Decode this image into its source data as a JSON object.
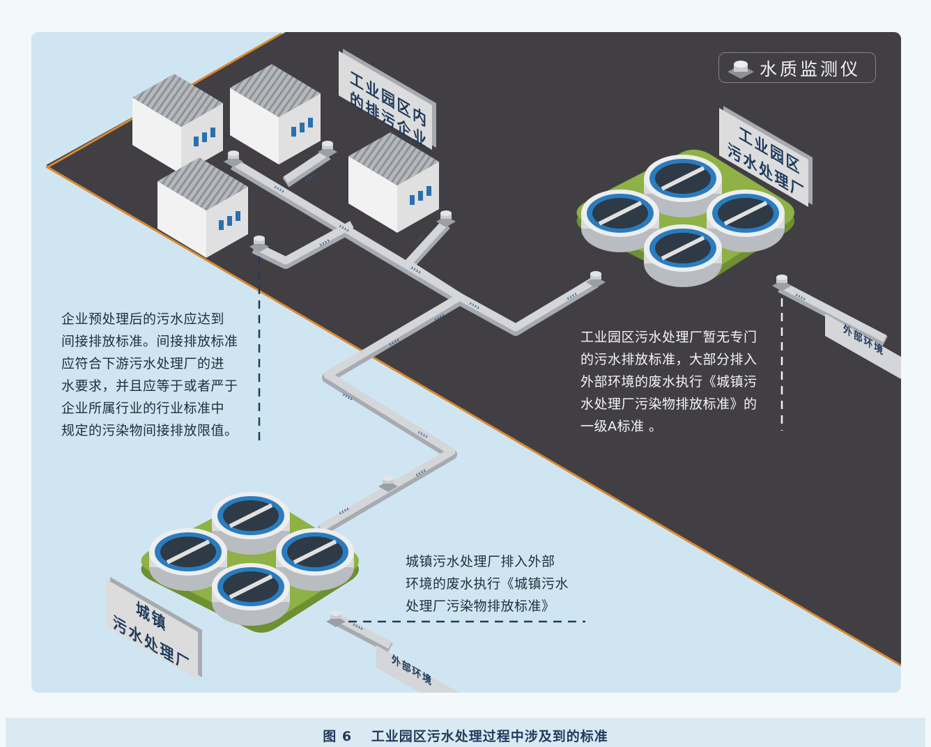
{
  "legend": {
    "icon": "water-quality-monitor-icon",
    "label": "水质监测仪"
  },
  "signs": {
    "enterprises": [
      "工业园区内",
      "的排污企业"
    ],
    "industrial_plant": [
      "工业园区",
      "污水处理厂"
    ],
    "city_plant": [
      "城镇",
      "污水处理厂"
    ],
    "external_env": "外部环境"
  },
  "notes": {
    "enterprise": "企业预处理后的污水应达到\n间接排放标准。间接排放标准\n应符合下游污水处理厂的进\n水要求，并且应等于或者严于\n企业所属行业的行业标准中\n规定的污染物间接排放限值。",
    "industrial": "工业园区污水处理厂暂无专门\n的污水排放标准，大部分排入\n外部环境的废水执行《城镇污\n水处理厂污染物排放标准》的\n一级A标准 。",
    "city": "城镇污水处理厂排入外部\n环境的废水执行《城镇污水\n处理厂污染物排放标准》"
  },
  "caption": "图 6　 工业园区污水处理过程中涉及到的标准",
  "colors": {
    "ground_light": "#cfe6f2",
    "ground_dark": "#423f44",
    "border_orange": "#d98a2f",
    "pipe": "#d4d6d9",
    "grass": "#8fb145",
    "tank_water": "#2e3a45",
    "tank_rim": "#2a7cbf",
    "sign_bg": "#d9d9d9",
    "text_dark": "#1e3a5c"
  }
}
